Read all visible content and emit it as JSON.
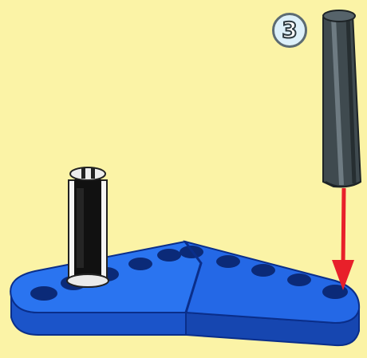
{
  "step": {
    "number": "3"
  },
  "colors": {
    "background": "#FBF3A6",
    "beam_blue": "#1E64E0",
    "beam_shadow": "#0A2E8A",
    "axle_dark": "#3F4A4F",
    "pin_black": "#111111",
    "arrow_red": "#E8202A",
    "badge_fill": "#DDF0FA"
  },
  "parts": [
    {
      "name": "angled-liftarm",
      "color": "blue"
    },
    {
      "name": "axle",
      "color": "dark-grey"
    },
    {
      "name": "friction-pin",
      "color": "black"
    }
  ],
  "arrow": {
    "direction": "down",
    "color": "red"
  }
}
